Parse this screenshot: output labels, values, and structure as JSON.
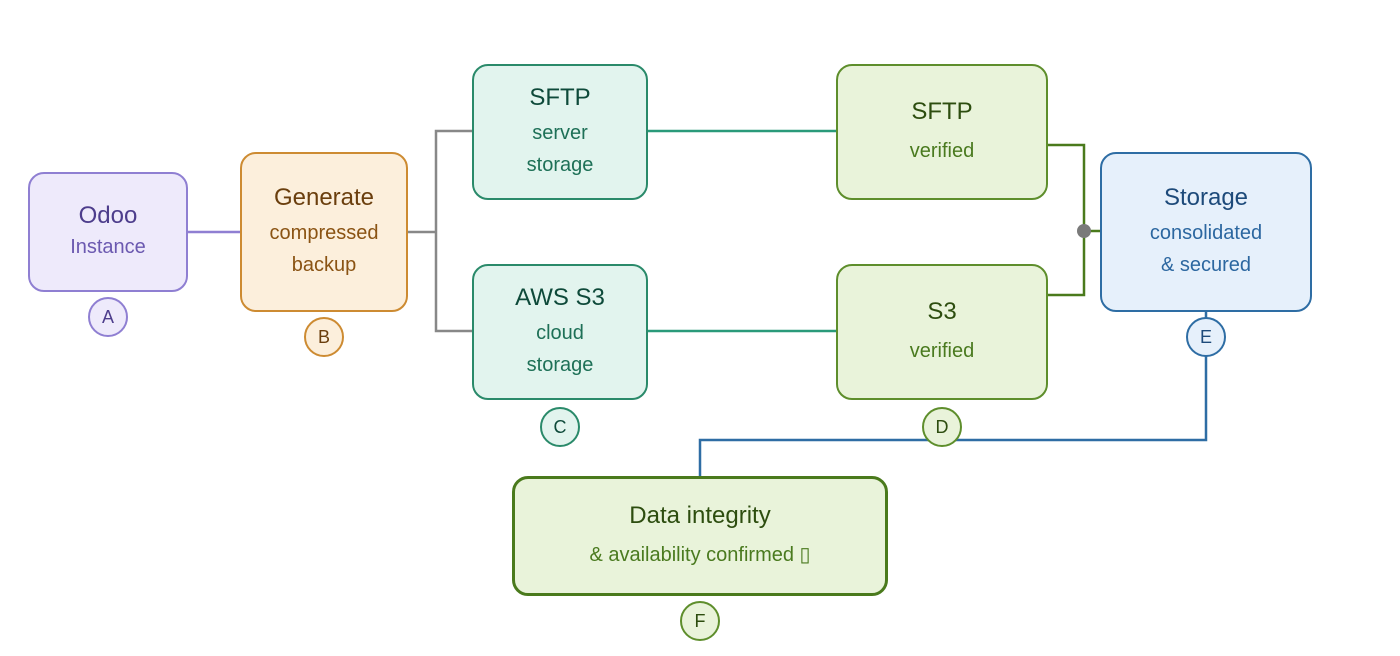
{
  "diagram": {
    "nodes": {
      "odoo": {
        "title": "Odoo",
        "sub": [
          "Instance"
        ]
      },
      "generate": {
        "title": "Generate",
        "sub": [
          "compressed",
          "backup"
        ]
      },
      "sftp": {
        "title": "SFTP",
        "sub": [
          "server",
          "storage"
        ]
      },
      "s3": {
        "title": "AWS S3",
        "sub": [
          "cloud",
          "storage"
        ]
      },
      "sftp_verified": {
        "title": "SFTP",
        "sub": [
          "verified"
        ]
      },
      "s3_verified": {
        "title": "S3",
        "sub": [
          "verified"
        ]
      },
      "storage": {
        "title": "Storage",
        "sub": [
          "consolidated",
          "& secured"
        ]
      },
      "integrity": {
        "title": "Data integrity",
        "sub": [
          "& availability confirmed ▯"
        ]
      }
    },
    "badges": {
      "a": "A",
      "b": "B",
      "c": "C",
      "d": "D",
      "e": "E",
      "f": "F"
    },
    "colors": {
      "purple": "#8f7fd2",
      "orange": "#cd8b32",
      "teal": "#2a8a6a",
      "green": "#5e8e2c",
      "blue": "#2e6da4",
      "grey_connector": "#888888",
      "junction_dot": "#7a7a7a"
    }
  }
}
